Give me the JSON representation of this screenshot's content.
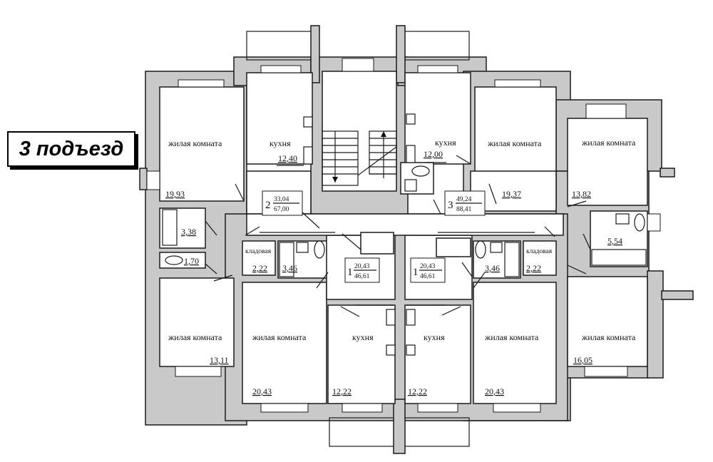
{
  "entrance_label": "3 подъезд",
  "rooms": {
    "tl_living": {
      "name": "жилая комната",
      "area": "19,93"
    },
    "tl_kitchen": {
      "name": "кухня",
      "area": "12,40"
    },
    "tl_bath": {
      "area": "3,38"
    },
    "tl_wc": {
      "area": "1,70"
    },
    "tr_kitchen": {
      "name": "кухня",
      "area": "12,00"
    },
    "tr_living": {
      "name": "жилая комната",
      "area": "19,37"
    },
    "tr_living2": {
      "name": "жилая комната",
      "area": "13,82"
    },
    "tr_bath": {
      "area": "5,54"
    },
    "bl_living_outer": {
      "name": "жилая комната",
      "area": "13,11"
    },
    "bl_storage": {
      "name": "кладовая",
      "area": "2,22"
    },
    "bl_bath": {
      "area": "3,46"
    },
    "bl_living": {
      "name": "жилая комната",
      "area": "20,43"
    },
    "bl_kitchen": {
      "name": "кухня",
      "area": "12,22"
    },
    "br_kitchen": {
      "name": "кухня",
      "area": "12,22"
    },
    "br_living": {
      "name": "жилая комната",
      "area": "20,43"
    },
    "br_bath": {
      "area": "3,46"
    },
    "br_storage": {
      "name": "кладовая",
      "area": "2,22"
    },
    "br_living_outer": {
      "name": "жилая комната",
      "area": "16,05"
    }
  },
  "apartments": [
    {
      "rooms": "2",
      "living": "33,04",
      "total": "67,00"
    },
    {
      "rooms": "3",
      "living": "49,24",
      "total": "88,41"
    },
    {
      "rooms": "1",
      "living": "20,43",
      "total": "46,61"
    },
    {
      "rooms": "1",
      "living": "20,43",
      "total": "46,61"
    }
  ]
}
